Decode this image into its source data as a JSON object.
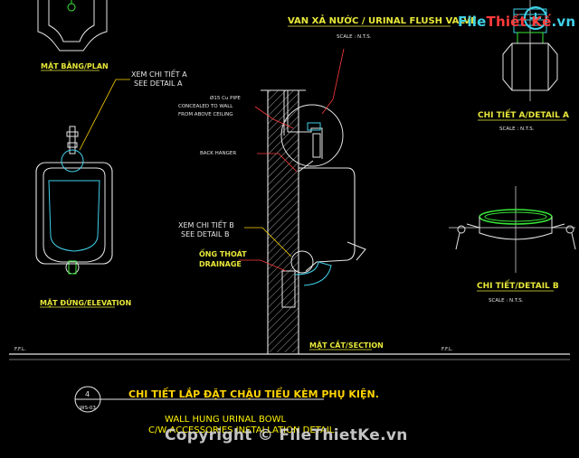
{
  "labels": {
    "plan": "MẶT BẰNG/PLAN",
    "elevation": "MẶT ĐỨNG/ELEVATION",
    "section": "MẶT CẮT/SECTION",
    "see_detail_a_vn": "XEM CHI TIẾT A",
    "see_detail_a_en": "SEE DETAIL A",
    "see_detail_b_vn": "XEM CHI TIẾT B",
    "see_detail_b_en": "SEE DETAIL B",
    "pipe_1": "Ø15 Cu PIPE",
    "pipe_2": "CONCEALED TO WALL",
    "pipe_3": "FROM ABOVE CEILING",
    "back_hanger": "BACK HANGER",
    "drainage_vn": "ỐNG THOÁT",
    "drainage_en": "DRAINAGE",
    "ffl_left": "F.F.L.",
    "ffl_right": "F.F.L.",
    "valve_title": "VAN XẢ NƯỚC / URINAL FLUSH VALVE",
    "valve_scale": "SCALE : N.T.S.",
    "detail_a": "CHI TIẾT A/DETAIL A",
    "detail_a_scale": "SCALE : N.T.S.",
    "detail_b": "CHI TIẾT/DETAIL B",
    "detail_b_scale": "SCALE : N.T.S."
  },
  "title_block": {
    "number": "4",
    "sheet": "WS-03",
    "title_vn": "CHI TIẾT LẮP ĐẶT CHẬU TIỂU KÈM PHỤ KIỆN.",
    "title_en_1": "WALL HUNG URINAL BOWL",
    "title_en_2": "C/W ACCESSORIES INSTALLATION DETAIL"
  },
  "watermark": {
    "logo_a": "File",
    "logo_b": "Thiết Kế",
    "logo_c": ".vn",
    "copyright": "Copyright © FileThietKe.vn"
  },
  "colors": {
    "background": "#000000",
    "cyan": "#3fd0e8",
    "green": "#38e838",
    "yellow": "#e8e83a",
    "red": "#ff3b3b",
    "white": "#e6e6e6"
  }
}
